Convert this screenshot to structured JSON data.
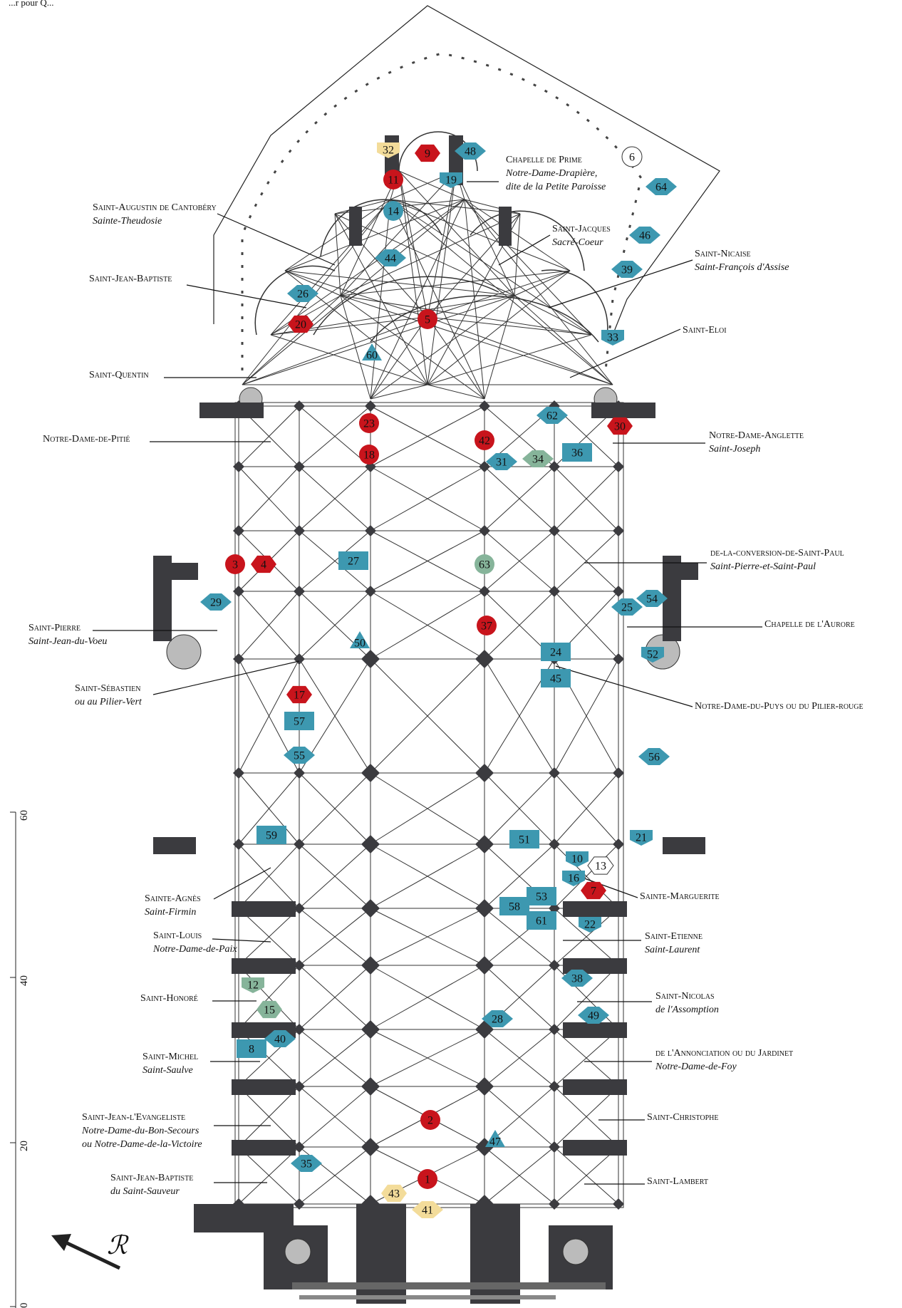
{
  "header_fragment": "...r pour Q...",
  "scale": {
    "ticks": [
      "0",
      "20",
      "40",
      "60"
    ]
  },
  "colors": {
    "red": "#c8141c",
    "blue": "#3d98b0",
    "green": "#86b49a",
    "yellow": "#f3dc9a",
    "white": "#ffffff",
    "wall": "#3b3b3f"
  },
  "labels": [
    {
      "id": "prime",
      "lines": [
        "Chapelle de Prime",
        "Notre-Dame-Drapière,",
        "dite de la Petite Paroisse"
      ]
    },
    {
      "id": "augustin",
      "lines": [
        "Saint-Augustin de Cantobéry",
        "Sainte-Theudosie"
      ]
    },
    {
      "id": "jacques",
      "lines": [
        "Saint-Jacques",
        "Sacré-Coeur"
      ]
    },
    {
      "id": "nicaise",
      "lines": [
        "Saint-Nicaise",
        "Saint-François d'Assise"
      ]
    },
    {
      "id": "jean-baptiste",
      "lines": [
        "Saint-Jean-Baptiste"
      ]
    },
    {
      "id": "eloi",
      "lines": [
        "Saint-Eloi"
      ]
    },
    {
      "id": "quentin",
      "lines": [
        "Saint-Quentin"
      ]
    },
    {
      "id": "pitie",
      "lines": [
        "Notre-Dame-de-Pitié"
      ]
    },
    {
      "id": "anglette",
      "lines": [
        "Notre-Dame-Anglette",
        "Saint-Joseph"
      ]
    },
    {
      "id": "conversion",
      "lines": [
        "de-la-conversion-de-Saint-Paul",
        "Saint-Pierre-et-Saint-Paul"
      ]
    },
    {
      "id": "pierre",
      "lines": [
        "Saint-Pierre",
        "Saint-Jean-du-Voeu"
      ]
    },
    {
      "id": "aurore",
      "lines": [
        "Chapelle de l'Aurore"
      ]
    },
    {
      "id": "sebastien",
      "lines": [
        "Saint-Sébastien",
        "ou au Pilier-Vert"
      ]
    },
    {
      "id": "puys",
      "lines": [
        "Notre-Dame-du-Puys ou du Pilier-rouge"
      ]
    },
    {
      "id": "agnes",
      "lines": [
        "Sainte-Agnès",
        "Saint-Firmin"
      ]
    },
    {
      "id": "marguerite",
      "lines": [
        "Sainte-Marguerite"
      ]
    },
    {
      "id": "louis",
      "lines": [
        "Saint-Louis",
        "Notre-Dame-de-Paix"
      ]
    },
    {
      "id": "etienne",
      "lines": [
        "Saint-Etienne",
        "Saint-Laurent"
      ]
    },
    {
      "id": "honore",
      "lines": [
        "Saint-Honoré"
      ]
    },
    {
      "id": "nicolas",
      "lines": [
        "Saint-Nicolas",
        "de l'Assomption"
      ]
    },
    {
      "id": "michel",
      "lines": [
        "Saint-Michel",
        "Saint-Saulve"
      ]
    },
    {
      "id": "annonciation",
      "lines": [
        "de l'Annonciation ou du Jardinet",
        "Notre-Dame-de-Foy"
      ]
    },
    {
      "id": "evangeliste",
      "lines": [
        "Saint-Jean-l'Evangeliste",
        "Notre-Dame-du-Bon-Secours",
        "ou Notre-Dame-de-la-Victoire"
      ]
    },
    {
      "id": "christophe",
      "lines": [
        "Saint-Christophe"
      ]
    },
    {
      "id": "sauveur",
      "lines": [
        "Saint-Jean-Baptiste",
        "du Saint-Sauveur"
      ]
    },
    {
      "id": "lambert",
      "lines": [
        "Saint-Lambert"
      ]
    }
  ],
  "markers": [
    {
      "n": "1",
      "color": "red",
      "shape": "circle"
    },
    {
      "n": "2",
      "color": "red",
      "shape": "circle"
    },
    {
      "n": "3",
      "color": "red",
      "shape": "circle"
    },
    {
      "n": "4",
      "color": "red",
      "shape": "hexagon"
    },
    {
      "n": "5",
      "color": "red",
      "shape": "circle"
    },
    {
      "n": "6",
      "color": "white",
      "shape": "circle"
    },
    {
      "n": "7",
      "color": "red",
      "shape": "hexagon"
    },
    {
      "n": "8",
      "color": "blue",
      "shape": "square"
    },
    {
      "n": "9",
      "color": "red",
      "shape": "hexagon"
    },
    {
      "n": "10",
      "color": "blue",
      "shape": "pentagon"
    },
    {
      "n": "11",
      "color": "red",
      "shape": "circle"
    },
    {
      "n": "12",
      "color": "green",
      "shape": "pentagon"
    },
    {
      "n": "13",
      "color": "white",
      "shape": "hexagon"
    },
    {
      "n": "14",
      "color": "blue",
      "shape": "circle"
    },
    {
      "n": "15",
      "color": "green",
      "shape": "hexagon"
    },
    {
      "n": "16",
      "color": "blue",
      "shape": "pentagon"
    },
    {
      "n": "17",
      "color": "red",
      "shape": "hexagon"
    },
    {
      "n": "18",
      "color": "red",
      "shape": "circle"
    },
    {
      "n": "19",
      "color": "blue",
      "shape": "pentagon"
    },
    {
      "n": "20",
      "color": "red",
      "shape": "hexagon"
    },
    {
      "n": "21",
      "color": "blue",
      "shape": "pentagon"
    },
    {
      "n": "22",
      "color": "blue",
      "shape": "pentagon"
    },
    {
      "n": "23",
      "color": "red",
      "shape": "circle"
    },
    {
      "n": "24",
      "color": "blue",
      "shape": "square"
    },
    {
      "n": "25",
      "color": "blue",
      "shape": "diamond"
    },
    {
      "n": "26",
      "color": "blue",
      "shape": "diamond"
    },
    {
      "n": "27",
      "color": "blue",
      "shape": "square"
    },
    {
      "n": "28",
      "color": "blue",
      "shape": "diamond"
    },
    {
      "n": "29",
      "color": "blue",
      "shape": "diamond"
    },
    {
      "n": "30",
      "color": "red",
      "shape": "hexagon"
    },
    {
      "n": "31",
      "color": "blue",
      "shape": "diamond"
    },
    {
      "n": "32",
      "color": "yellow",
      "shape": "pentagon"
    },
    {
      "n": "33",
      "color": "blue",
      "shape": "pentagon"
    },
    {
      "n": "34",
      "color": "green",
      "shape": "diamond"
    },
    {
      "n": "35",
      "color": "blue",
      "shape": "diamond"
    },
    {
      "n": "36",
      "color": "blue",
      "shape": "square"
    },
    {
      "n": "37",
      "color": "red",
      "shape": "circle"
    },
    {
      "n": "38",
      "color": "blue",
      "shape": "diamond"
    },
    {
      "n": "39",
      "color": "blue",
      "shape": "diamond"
    },
    {
      "n": "40",
      "color": "blue",
      "shape": "diamond"
    },
    {
      "n": "41",
      "color": "yellow",
      "shape": "diamond"
    },
    {
      "n": "42",
      "color": "red",
      "shape": "circle"
    },
    {
      "n": "43",
      "color": "yellow",
      "shape": "hexagon"
    },
    {
      "n": "44",
      "color": "blue",
      "shape": "diamond"
    },
    {
      "n": "45",
      "color": "blue",
      "shape": "square"
    },
    {
      "n": "46",
      "color": "blue",
      "shape": "diamond"
    },
    {
      "n": "47",
      "color": "blue",
      "shape": "triangle"
    },
    {
      "n": "48",
      "color": "blue",
      "shape": "diamond"
    },
    {
      "n": "49",
      "color": "blue",
      "shape": "diamond"
    },
    {
      "n": "50",
      "color": "blue",
      "shape": "triangle"
    },
    {
      "n": "51",
      "color": "blue",
      "shape": "square"
    },
    {
      "n": "52",
      "color": "blue",
      "shape": "pentagon"
    },
    {
      "n": "53",
      "color": "blue",
      "shape": "square"
    },
    {
      "n": "54",
      "color": "blue",
      "shape": "diamond"
    },
    {
      "n": "55",
      "color": "blue",
      "shape": "diamond"
    },
    {
      "n": "56",
      "color": "blue",
      "shape": "diamond"
    },
    {
      "n": "57",
      "color": "blue",
      "shape": "square"
    },
    {
      "n": "58",
      "color": "blue",
      "shape": "square"
    },
    {
      "n": "59",
      "color": "blue",
      "shape": "square"
    },
    {
      "n": "60",
      "color": "blue",
      "shape": "triangle"
    },
    {
      "n": "61",
      "color": "blue",
      "shape": "square"
    },
    {
      "n": "62",
      "color": "blue",
      "shape": "diamond"
    },
    {
      "n": "63",
      "color": "green",
      "shape": "circle"
    },
    {
      "n": "64",
      "color": "blue",
      "shape": "diamond"
    }
  ]
}
